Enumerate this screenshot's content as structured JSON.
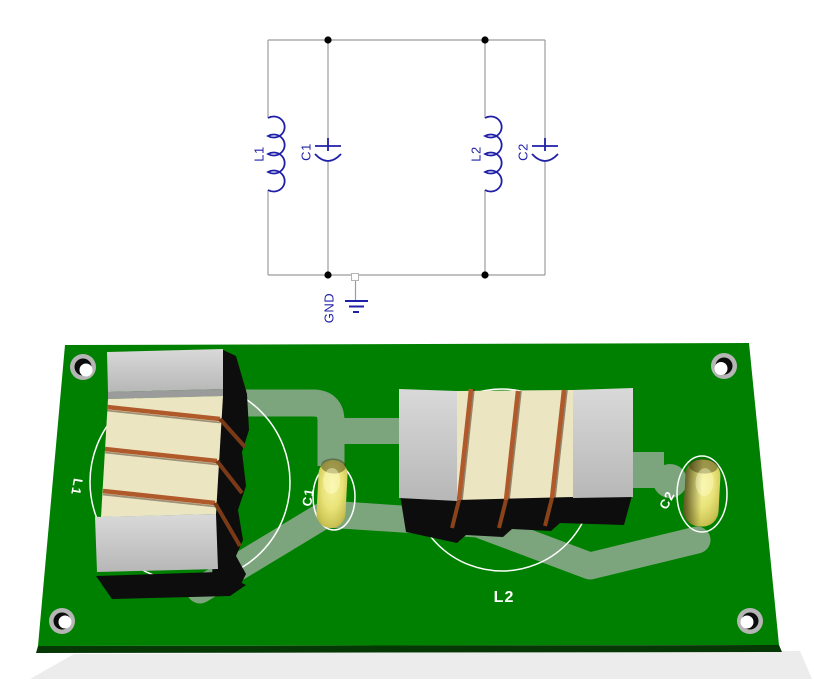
{
  "schematic": {
    "labels": {
      "L1": "L1",
      "C1": "C1",
      "L2": "L2",
      "C2": "C2"
    },
    "ground": "GND",
    "components": [
      {
        "ref": "L1",
        "type": "inductor"
      },
      {
        "ref": "C1",
        "type": "capacitor"
      },
      {
        "ref": "L2",
        "type": "inductor"
      },
      {
        "ref": "C2",
        "type": "capacitor"
      }
    ],
    "colors": {
      "wire": "#9c9c9c",
      "symbol": "#1f1fa8",
      "junction": "#000000"
    }
  },
  "pcb": {
    "silkscreen": {
      "L1": "L1",
      "C1": "C1",
      "L2": "L2",
      "C2": "C2"
    },
    "colors": {
      "board_green": "#008000",
      "copper_pour": "#7da57d",
      "silkscreen_white": "#ffffff",
      "inductor_body_cream": "#ece5c1",
      "winding_copper": "#b0592a",
      "end_cap_gray": "#c9c9c9",
      "capacitor_yellow": "#e8e276"
    }
  }
}
